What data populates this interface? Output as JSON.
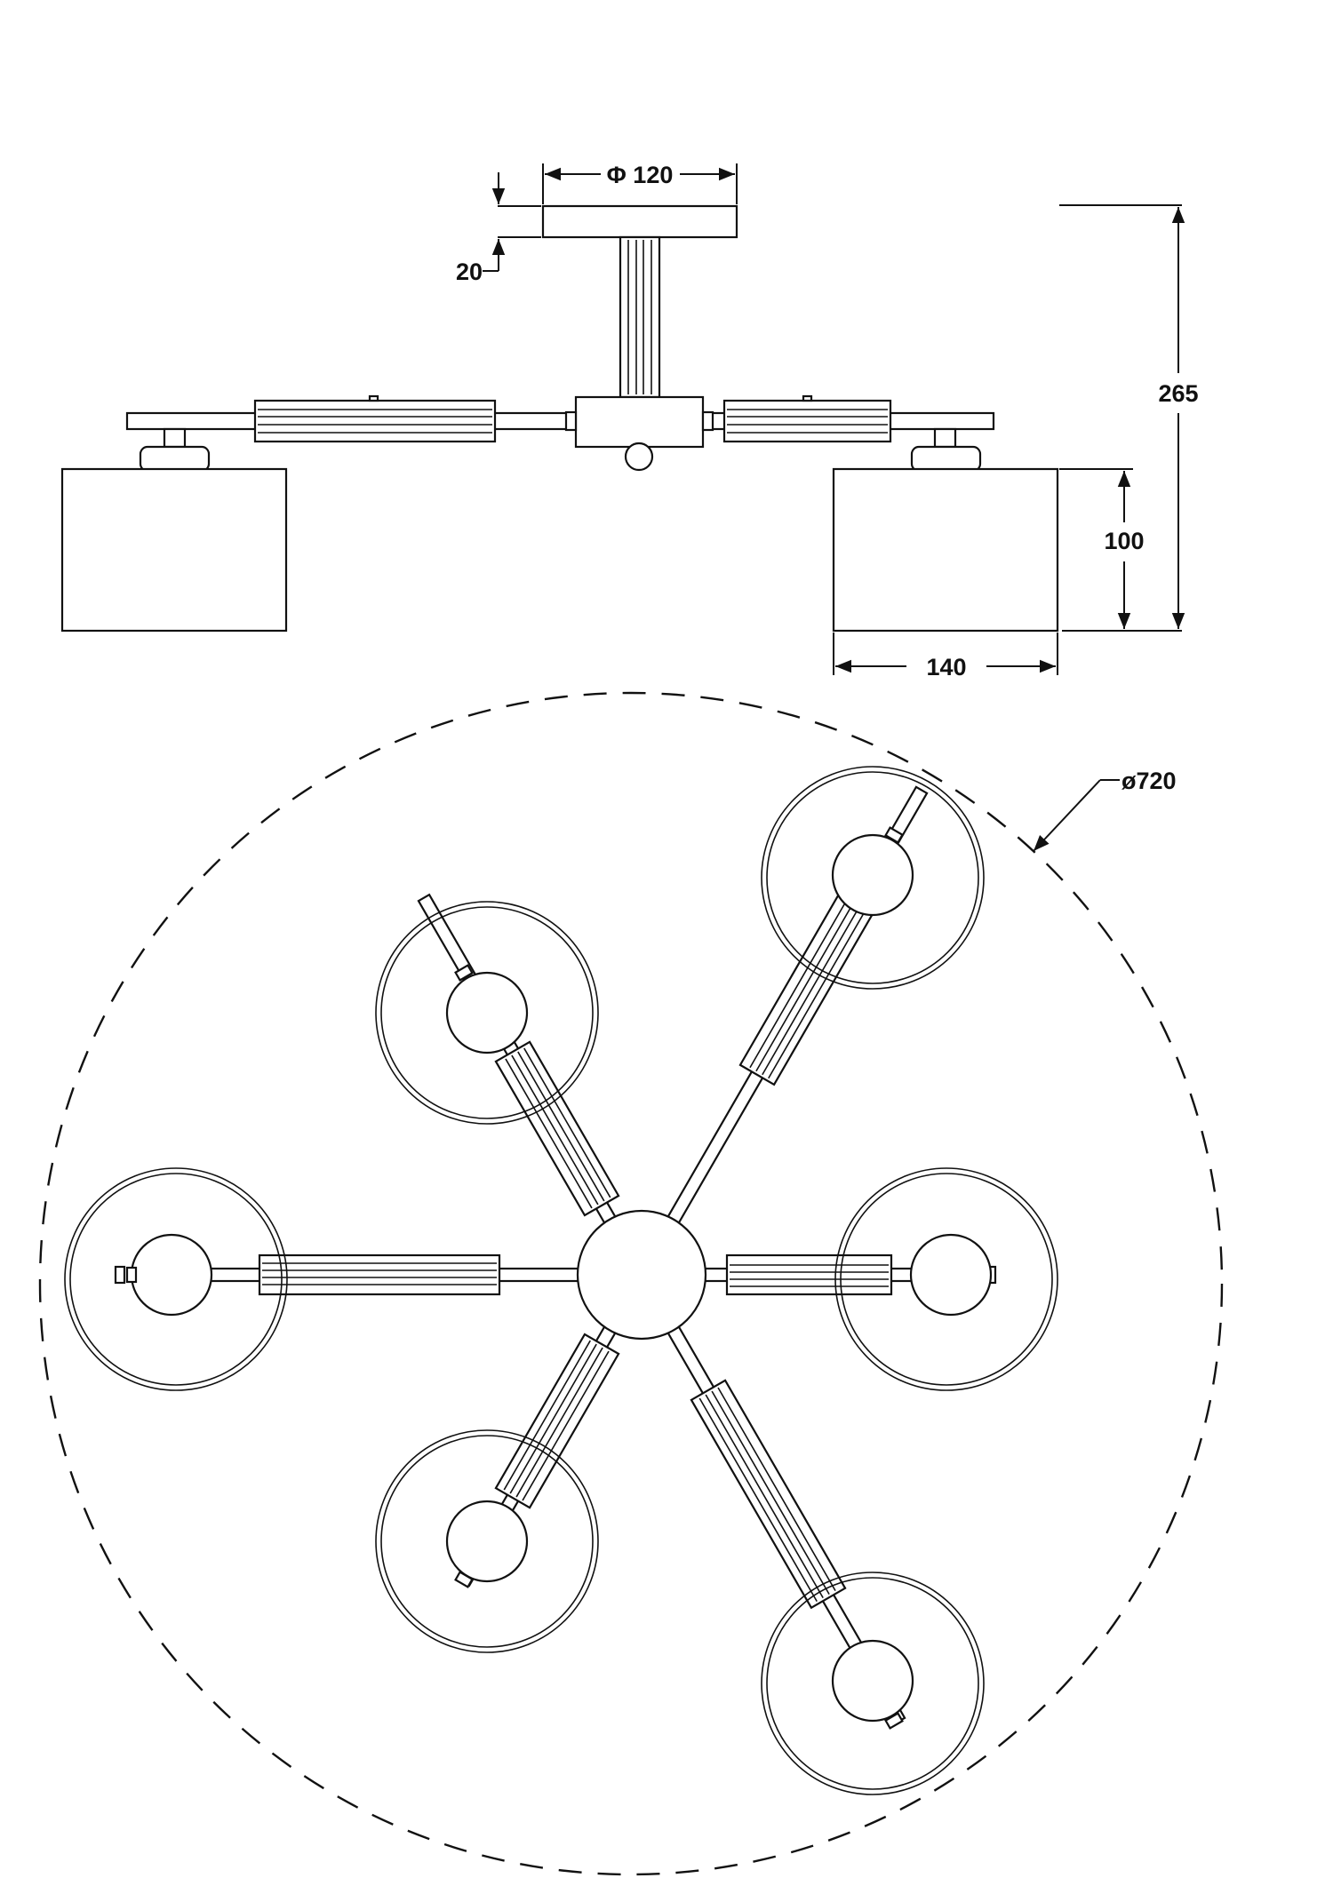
{
  "dimensions": {
    "canopy_diameter": "Φ 120",
    "canopy_height": "20",
    "overall_height": "265",
    "shade_height": "100",
    "shade_width": "140",
    "overall_diameter": "ø720"
  }
}
